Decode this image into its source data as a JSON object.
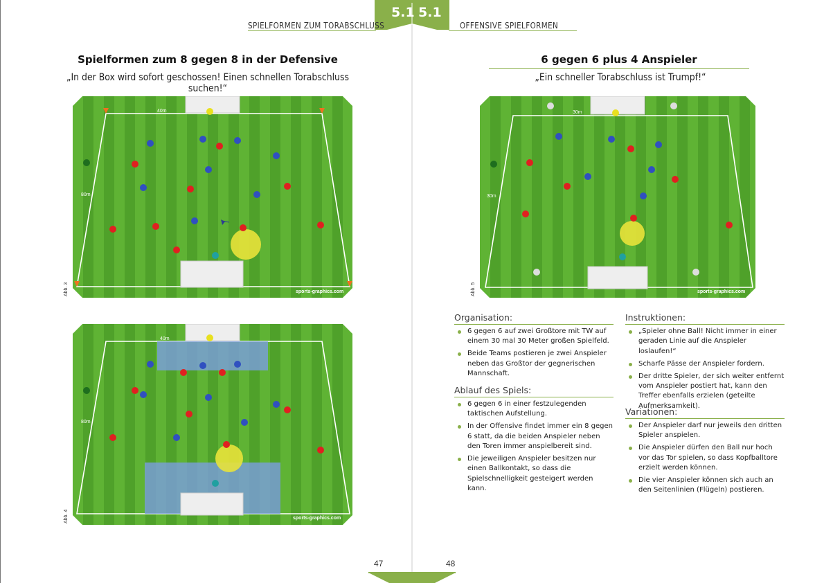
{
  "header": {
    "left_title": "SPIELFORMEN ZUM TORABSCHLUSS",
    "right_title": "OFFENSIVE SPIELFORMEN",
    "chapter_left": "5.1",
    "chapter_right": "5.1",
    "accent": "#8ab04a"
  },
  "left_page": {
    "title": "Spielformen zum 8 gegen 8 in der Defensive",
    "subtitle": "„In der Box wird sofort geschossen! Einen schnellen Torabschluss suchen!“",
    "figure_top": {
      "label": "Abb. 3",
      "dim_width": "40m",
      "dim_length": "80m",
      "watermark": "sports-graphics.com"
    },
    "figure_bottom": {
      "label": "Abb. 4",
      "dim_width": "40m",
      "dim_length": "80m",
      "watermark": "sports-graphics.com"
    },
    "page_number": "47"
  },
  "right_page": {
    "title": "6 gegen 6 plus 4 Anspieler",
    "subtitle": "„Ein schneller Torabschluss ist Trumpf!“",
    "figure": {
      "label": "Abb. 5",
      "dim_width": "30m",
      "dim_length": "30m",
      "watermark": "sports-graphics.com"
    },
    "organisation": {
      "heading": "Organisation:",
      "items": [
        "6 gegen 6 auf zwei Großtore mit TW auf einem 30 mal 30 Meter großen Spielfeld.",
        "Beide Teams postieren je zwei Anspieler neben das Großtor der gegnerischen Mannschaft."
      ]
    },
    "ablauf": {
      "heading": "Ablauf des Spiels:",
      "items": [
        "6 gegen 6 in einer festzulegenden taktischen Aufstellung.",
        "In der Offensive findet immer ein 8 gegen 6 statt, da die beiden Anspieler neben den Toren immer anspielbereit sind.",
        "Die jeweiligen Anspieler besitzen nur einen Ballkontakt, so dass die Spielschnelligkeit gesteigert werden kann."
      ]
    },
    "instruktionen": {
      "heading": "Instruktionen:",
      "items": [
        "„Spieler ohne Ball! Nicht immer in einer geraden Linie auf die Anspieler loslaufen!“",
        "Scharfe Pässe der Anspieler fordern.",
        "Der dritte Spieler, der sich weiter entfernt vom Anspieler postiert hat, kann den Treffer ebenfalls erzielen (geteilte Aufmerksamkeit)."
      ]
    },
    "variationen": {
      "heading": "Variationen:",
      "items": [
        "Der Anspieler darf nur jeweils den dritten Spieler anspielen.",
        "Die Anspieler dürfen den Ball nur hoch vor das Tor spielen, so dass Kopfballtore erzielt werden können.",
        "Die vier Anspieler können sich auch an den Seitenlinien (Flügeln) postieren."
      ]
    },
    "page_number": "48"
  }
}
